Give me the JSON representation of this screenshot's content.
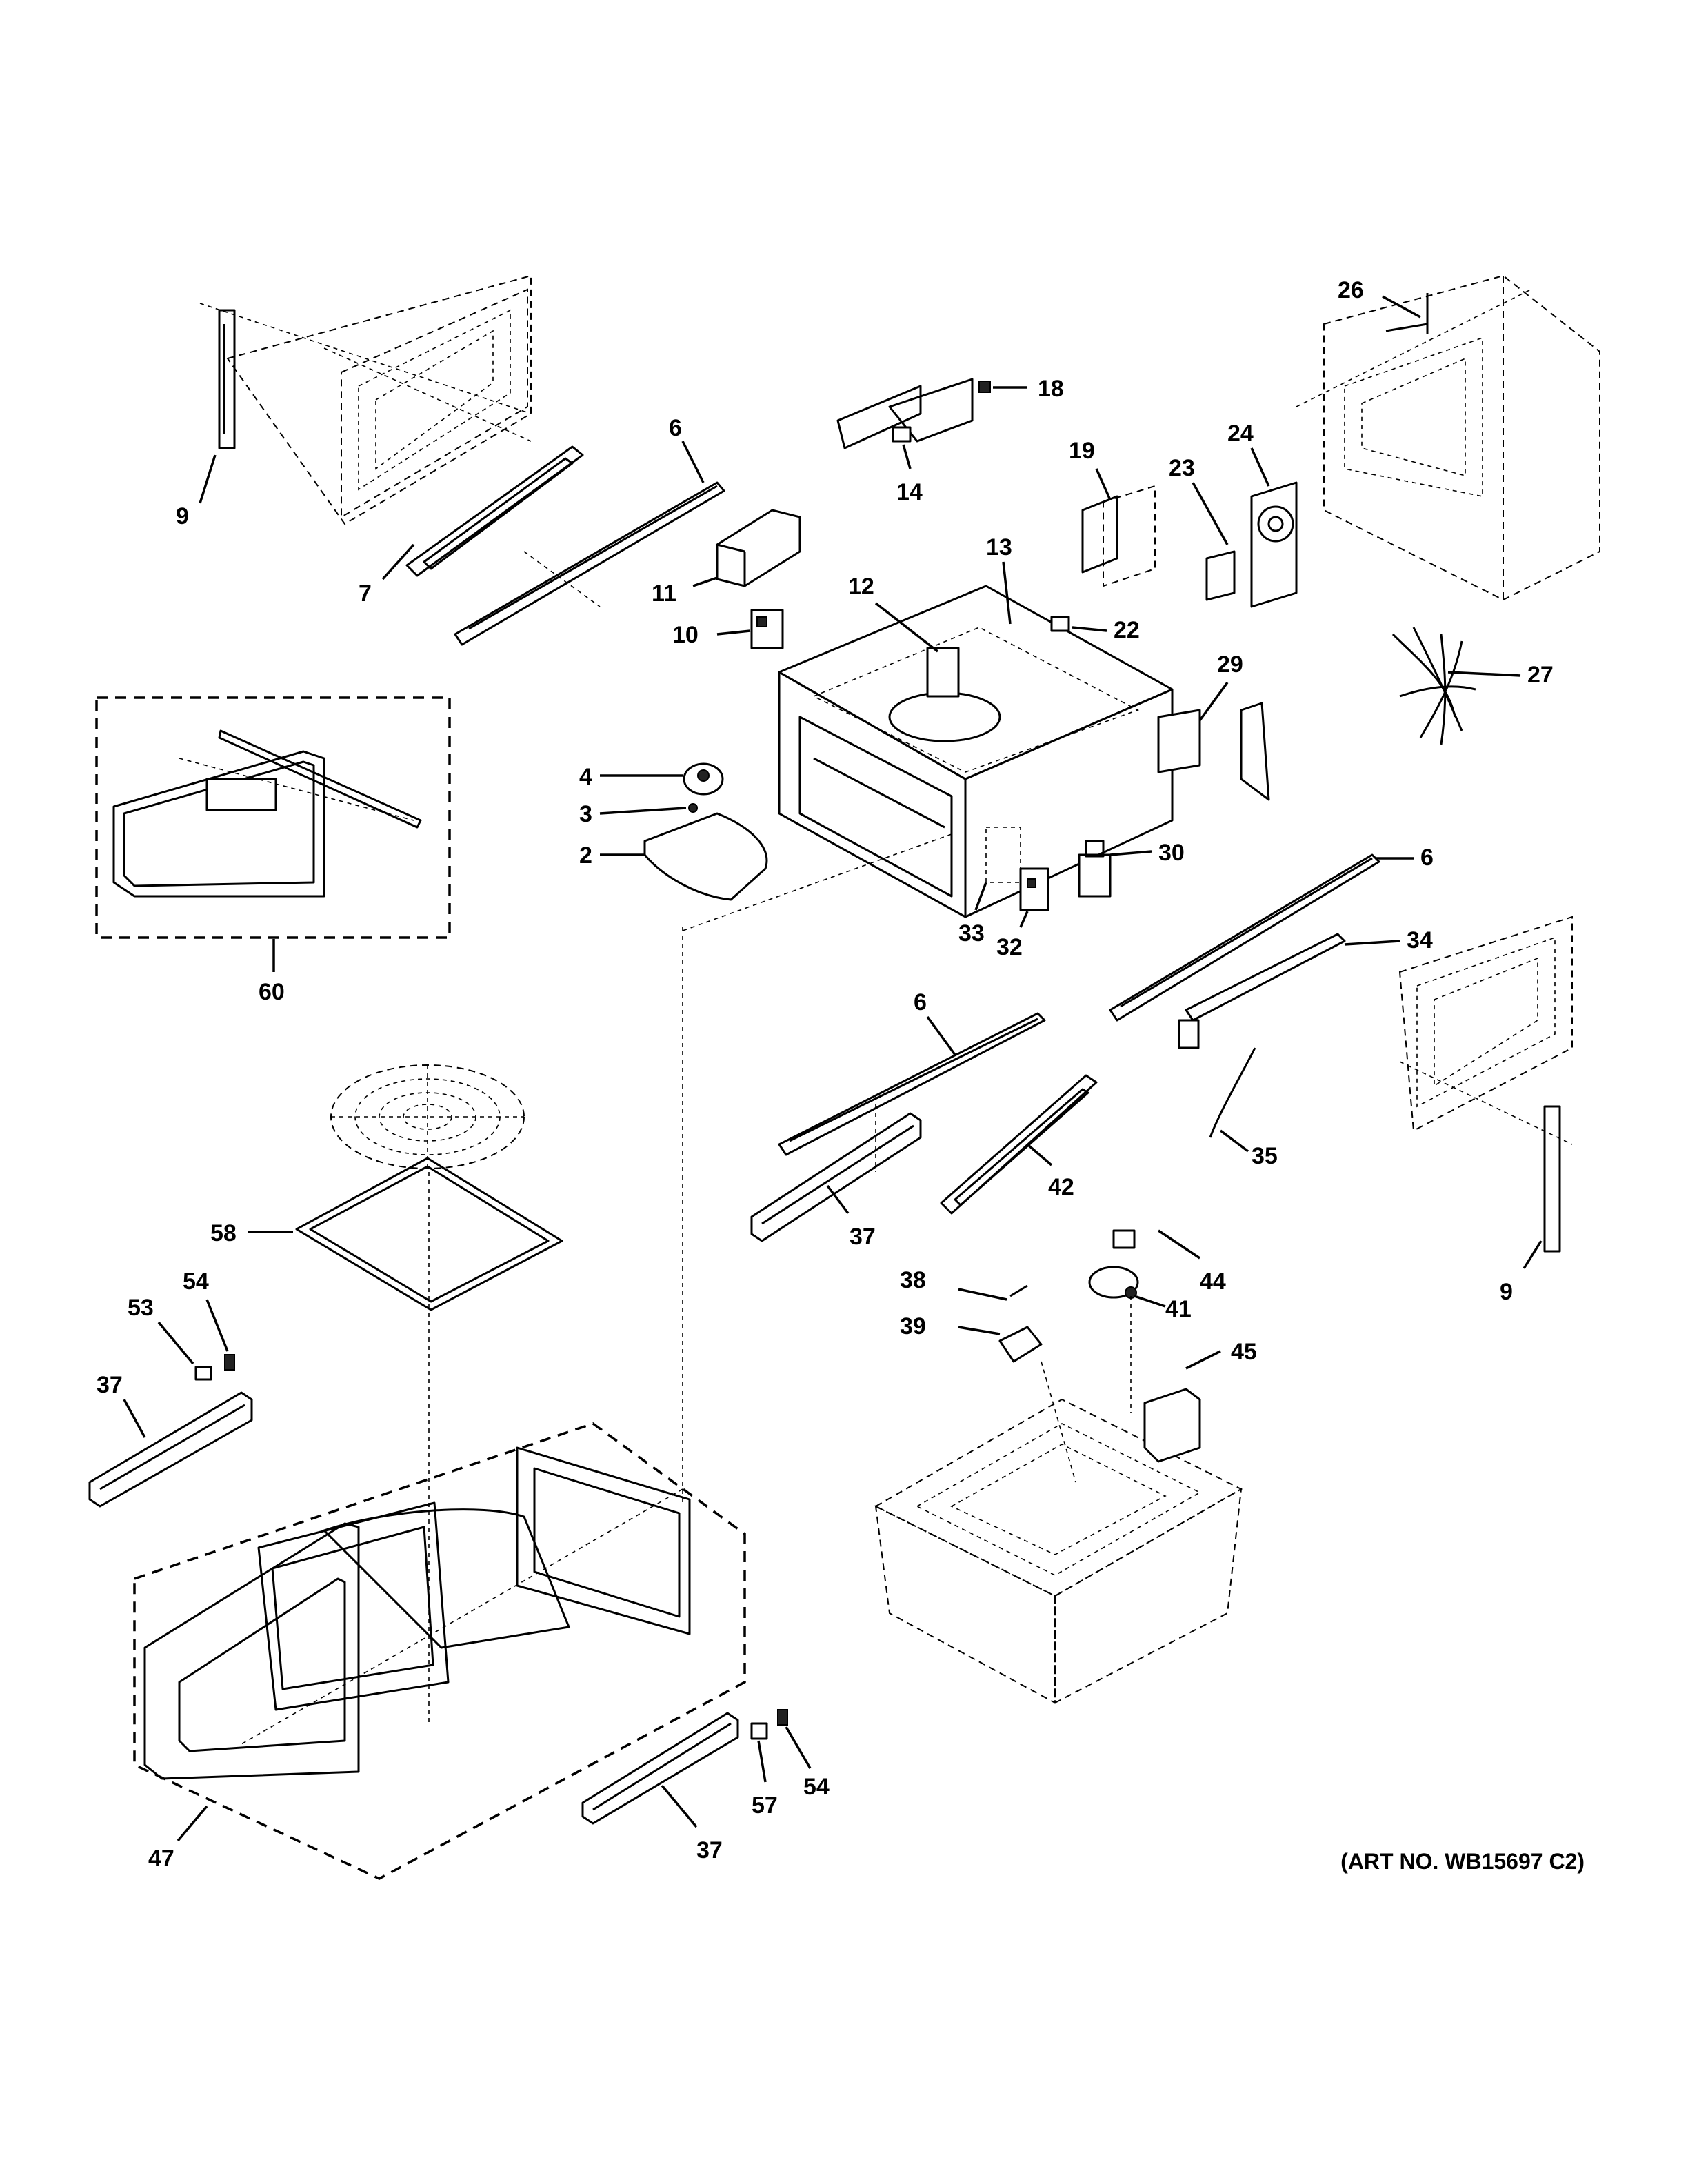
{
  "art_number": "(ART NO. WB15697 C2)",
  "callouts": {
    "c2": "2",
    "c3": "3",
    "c4": "4",
    "c6a": "6",
    "c6b": "6",
    "c6c": "6",
    "c7": "7",
    "c9a": "9",
    "c9b": "9",
    "c10": "10",
    "c11": "11",
    "c12": "12",
    "c13": "13",
    "c14": "14",
    "c18": "18",
    "c19": "19",
    "c22": "22",
    "c23": "23",
    "c24": "24",
    "c26": "26",
    "c27": "27",
    "c29": "29",
    "c30": "30",
    "c32": "32",
    "c33": "33",
    "c34": "34",
    "c35": "35",
    "c37a": "37",
    "c37b": "37",
    "c37c": "37",
    "c38": "38",
    "c39": "39",
    "c41": "41",
    "c42": "42",
    "c44": "44",
    "c45": "45",
    "c47": "47",
    "c53": "53",
    "c54a": "54",
    "c54b": "54",
    "c57": "57",
    "c58": "58",
    "c60": "60"
  }
}
